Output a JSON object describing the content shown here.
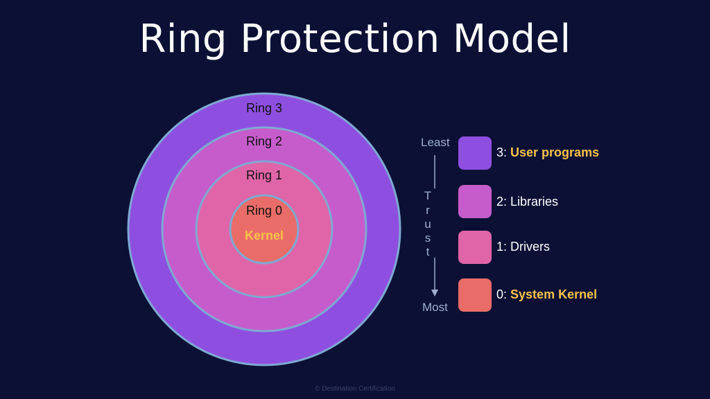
{
  "title": "Ring Protection Model",
  "rings": [
    {
      "label": "Ring 3",
      "color": "#8e4fe0"
    },
    {
      "label": "Ring 2",
      "color": "#c65ccc"
    },
    {
      "label": "Ring 1",
      "color": "#e065a8"
    },
    {
      "label": "Ring 0",
      "sublabel": "Kernel",
      "color": "#ea6c68"
    }
  ],
  "ring_border_color": "#7ea9d2",
  "trust": {
    "top": "Least",
    "bottom": "Most",
    "axis_letters": [
      "T",
      "r",
      "u",
      "s",
      "t"
    ]
  },
  "legend": [
    {
      "number": "3:",
      "label": "User programs",
      "highlight": true,
      "color": "#8e4fe0"
    },
    {
      "number": "2:",
      "label": "Libraries",
      "highlight": false,
      "color": "#c65ccc"
    },
    {
      "number": "1:",
      "label": "Drivers",
      "highlight": false,
      "color": "#e065a8"
    },
    {
      "number": "0:",
      "label": "System Kernel",
      "highlight": true,
      "color": "#ea6c68"
    }
  ],
  "footer": "© Destination Certification"
}
